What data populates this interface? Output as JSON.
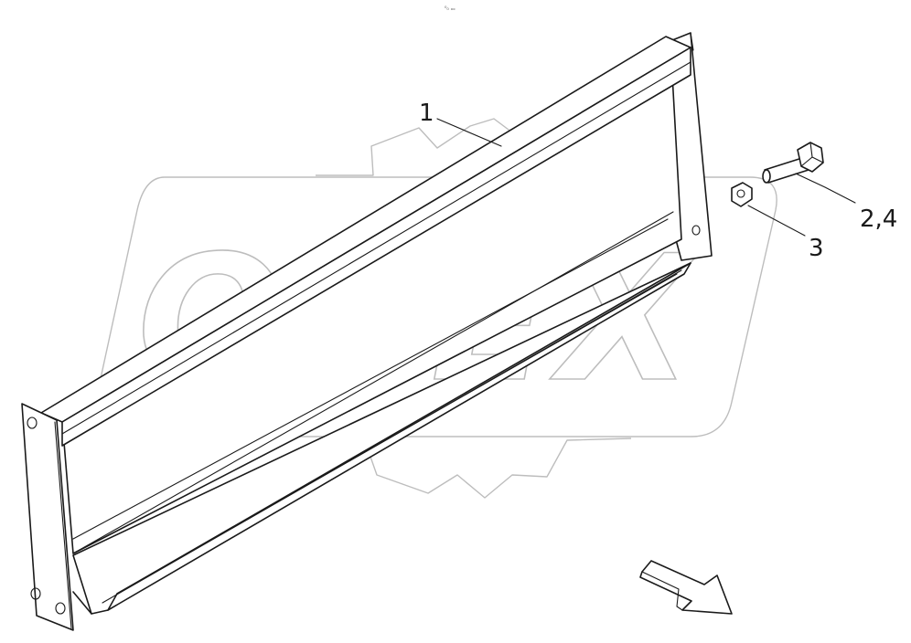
{
  "top_mark": "⁰₀ ₒₒ",
  "watermark": {
    "text": "OPEX"
  },
  "callouts": [
    {
      "id": "part-1",
      "label": "1"
    },
    {
      "id": "part-2-4",
      "label": "2,4"
    },
    {
      "id": "part-3",
      "label": "3"
    }
  ],
  "colors": {
    "line": "#1a1a1a",
    "watermark": "#bdbdbd",
    "background": "#ffffff"
  }
}
